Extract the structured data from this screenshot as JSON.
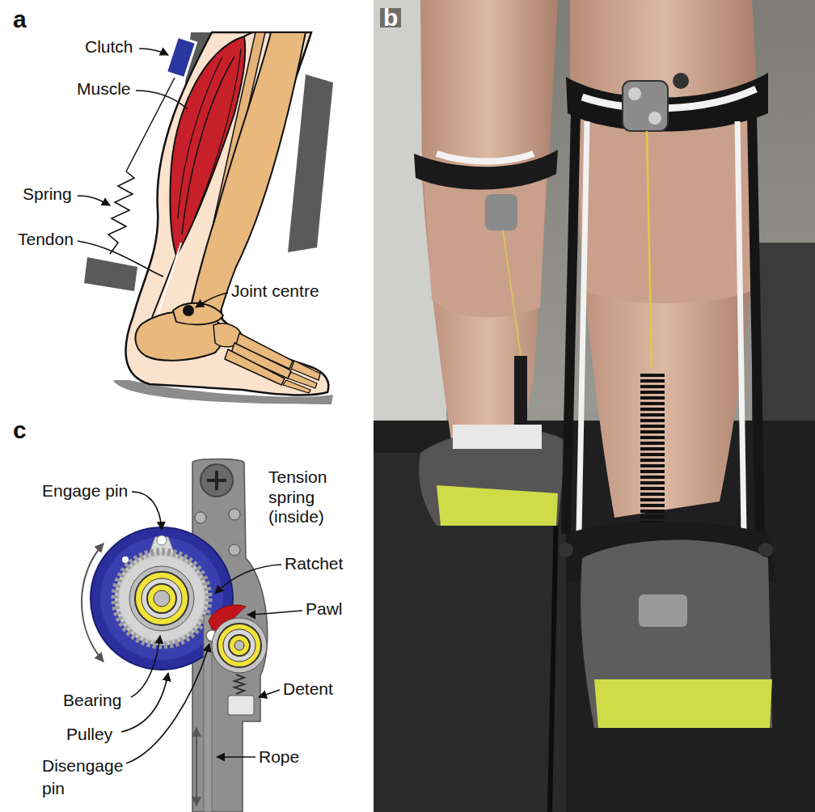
{
  "diagram": {
    "labels": [
      "a",
      "Clutch",
      "Muscle",
      "Spring",
      "Tendon",
      "Joint centre",
      "b",
      "c",
      "Engage pin",
      "Tension spring (inside)",
      "Ratchet",
      "Pawl",
      "Bearing",
      "Pulley",
      "Detent",
      "Disengage pin",
      "Rope"
    ]
  }
}
